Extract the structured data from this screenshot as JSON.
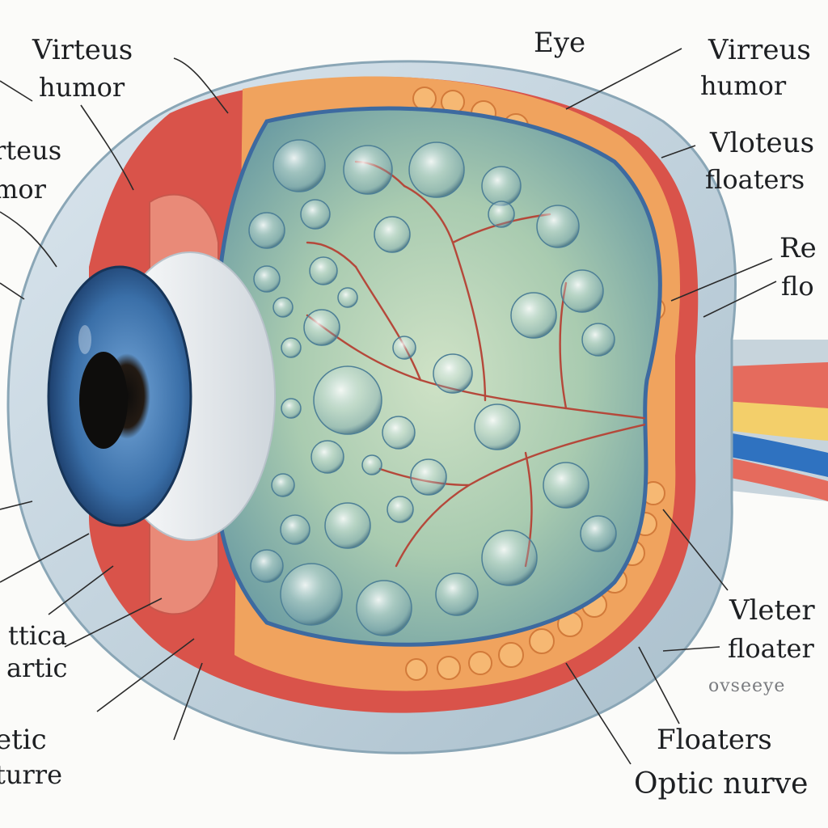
{
  "labels": {
    "vitreous_humor_top_left": [
      "Virteus",
      "humor"
    ],
    "eye": "Eye",
    "vitreous_humor_top_right": [
      "Virreus",
      "humor"
    ],
    "vitreous_humor_left": [
      "rteus",
      "mor"
    ],
    "vitreous_floaters_right": [
      "Vloteus",
      "floaters"
    ],
    "retina_floaters_right": [
      "Re",
      "flo"
    ],
    "optic_left": [
      "ttica",
      "artic"
    ],
    "vitreous_floaters_lower_right": [
      "Vleter",
      "floater"
    ],
    "small_caption": "ovseeye",
    "optic_nerve_bottom_left": [
      "etic",
      "turre"
    ],
    "floaters_optic_nerve": [
      "Floaters",
      "Optic nurve"
    ]
  },
  "colors": {
    "background": "#fbfbf9",
    "sclera_outer": "#b9ccd6",
    "choroid_red": "#d9534a",
    "retina_orange": "#f0a35e",
    "vitreous_green": "#9fc2a3",
    "iris_blue": "#3a6fa8",
    "vessel_red": "#b5483a",
    "optic_nerve_yellow": "#f3cf6a",
    "optic_nerve_blue": "#2f72c0"
  },
  "icons": [
    "eye-cross-section-illustration"
  ]
}
